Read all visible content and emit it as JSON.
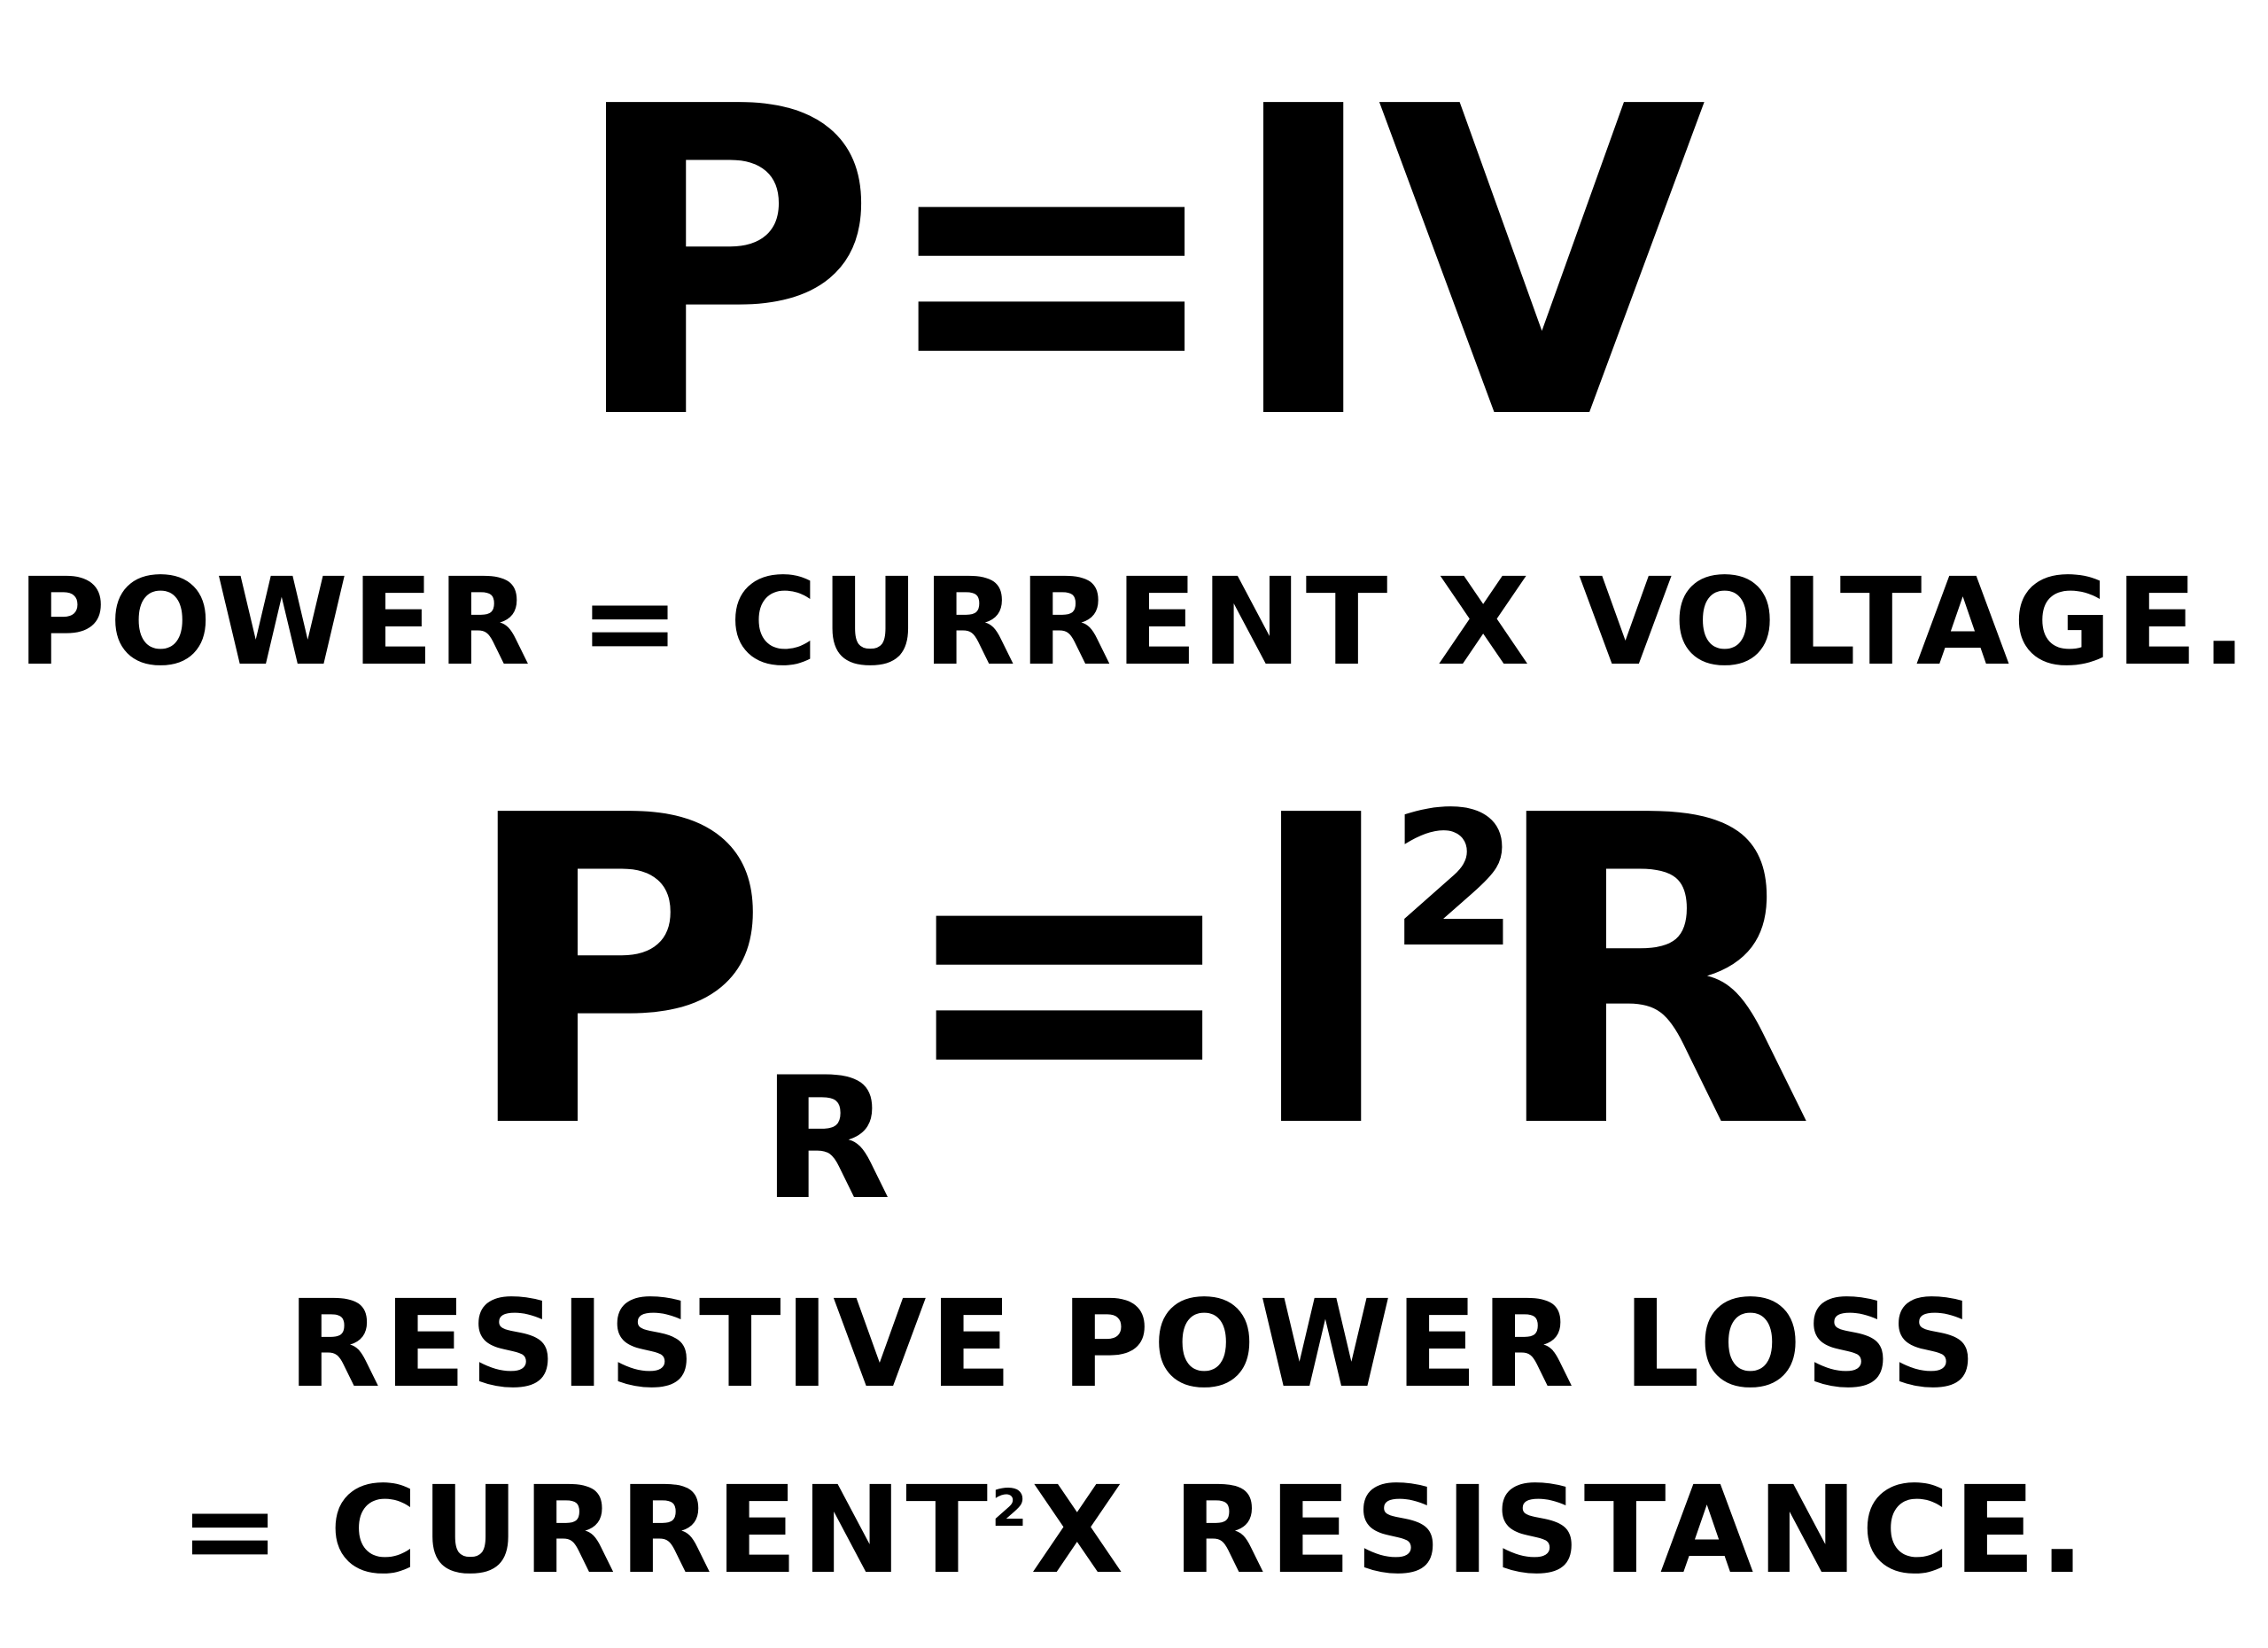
{
  "formula_power": {
    "p": "P",
    "eq": "=",
    "rhs": "IV"
  },
  "caption_power": "POWER = CURRENT X VOLTAGE.",
  "formula_resistive": {
    "p": "P",
    "sub": "R",
    "eq": "=",
    "i": "I",
    "exp": "2",
    "r": "R"
  },
  "caption_resistive": {
    "line1": "RESISTIVE POWER LOSS",
    "line2_pre": "= CURRENT",
    "line2_exp": "2",
    "line2_post": "X RESISTANCE."
  }
}
